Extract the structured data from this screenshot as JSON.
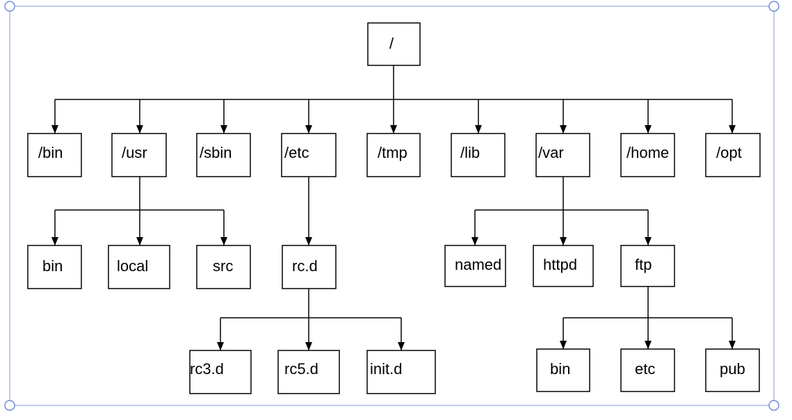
{
  "diagram": {
    "colors": {
      "line": "#000000",
      "box_fill": "#ffffff",
      "selection": "#a9bce8",
      "handle": "#6f8fd8"
    },
    "nodes": {
      "root": "/",
      "bin": "/bin",
      "usr": "/usr",
      "sbin": "/sbin",
      "etc": "/etc",
      "tmp": "/tmp",
      "lib": "/lib",
      "var": "/var",
      "home": "/home",
      "opt": "/opt",
      "usr_bin": "bin",
      "usr_local": "local",
      "usr_src": "src",
      "rcd": "rc.d",
      "rc3d": "rc3.d",
      "rc5d": "rc5.d",
      "initd": "init.d",
      "named": "named",
      "httpd": "httpd",
      "ftp": "ftp",
      "ftp_bin": "bin",
      "ftp_etc": "etc",
      "ftp_pub": "pub"
    }
  }
}
